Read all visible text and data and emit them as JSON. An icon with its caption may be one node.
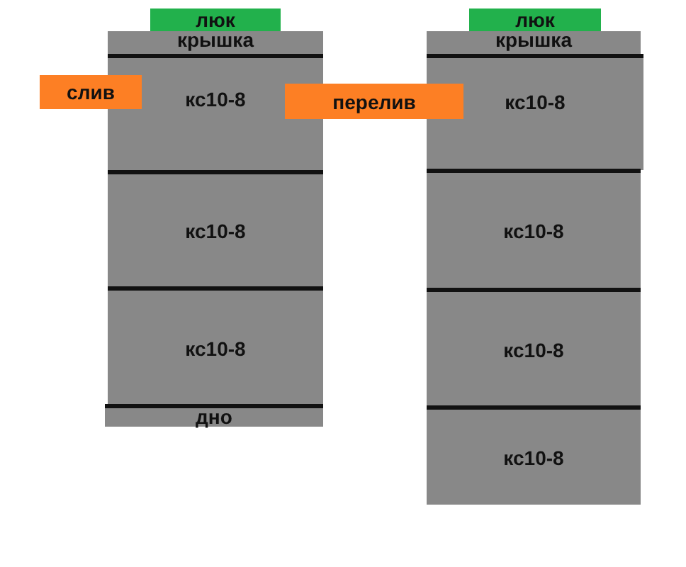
{
  "diagram": {
    "nodes": [
      {
        "text": [
          "люк"
        ]
      },
      {
        "text": [
          "крышка"
        ]
      },
      {
        "text": [
          "кс10-8"
        ]
      },
      {
        "text": [
          "кс10-8"
        ]
      },
      {
        "text": [
          "кс10-8"
        ]
      },
      {
        "text": [
          "дно"
        ]
      },
      {
        "text": [
          "люк"
        ]
      },
      {
        "text": [
          "крышка"
        ]
      },
      {
        "text": [
          "кс10-8"
        ]
      },
      {
        "text": [
          "кс10-8"
        ]
      },
      {
        "text": [
          "кс10-8"
        ]
      },
      {
        "text": [
          "кс10-8"
        ]
      },
      {
        "text": [
          "слив"
        ]
      },
      {
        "text": [
          "перелив"
        ]
      }
    ]
  }
}
